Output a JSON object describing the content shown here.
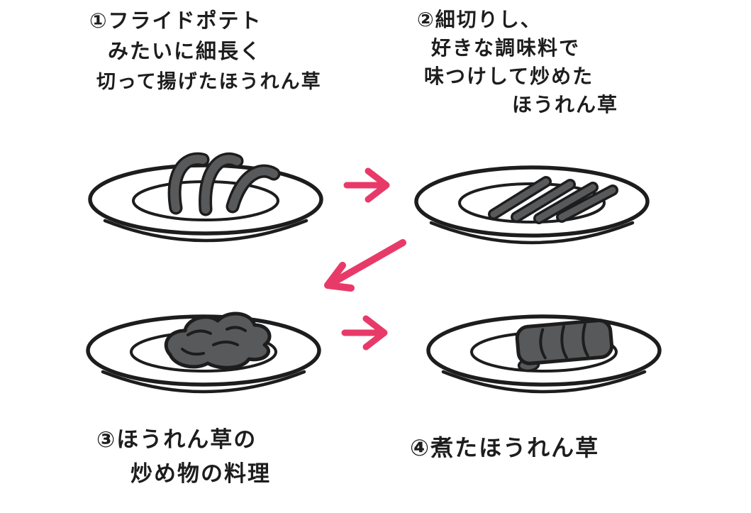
{
  "colors": {
    "ink": "#1d1d1d",
    "spinach_fill": "#58595b",
    "arrow_pink": "#e83a68",
    "background": "#ffffff"
  },
  "steps": [
    {
      "id": 1,
      "lines": [
        "①フライドポテト",
        "みたいに細長く",
        "切って揚げたほうれん草"
      ],
      "illustration": "plate-with-fried-spinach-sticks"
    },
    {
      "id": 2,
      "lines": [
        "②細切りし、",
        "好きな調味料で",
        "味つけして炒めた",
        "ほうれん草"
      ],
      "illustration": "plate-with-seasoned-stirfry-strips"
    },
    {
      "id": 3,
      "lines": [
        "③ほうれん草の",
        "炒め物の料理"
      ],
      "illustration": "plate-with-stirfried-spinach-pile"
    },
    {
      "id": 4,
      "lines": [
        "④煮たほうれん草"
      ],
      "illustration": "plate-with-simmered-spinach-block"
    }
  ],
  "arrows": [
    {
      "from": 1,
      "to": 2,
      "direction": "right"
    },
    {
      "from": 2,
      "to": 3,
      "direction": "down-left"
    },
    {
      "from": 3,
      "to": 4,
      "direction": "right"
    }
  ]
}
